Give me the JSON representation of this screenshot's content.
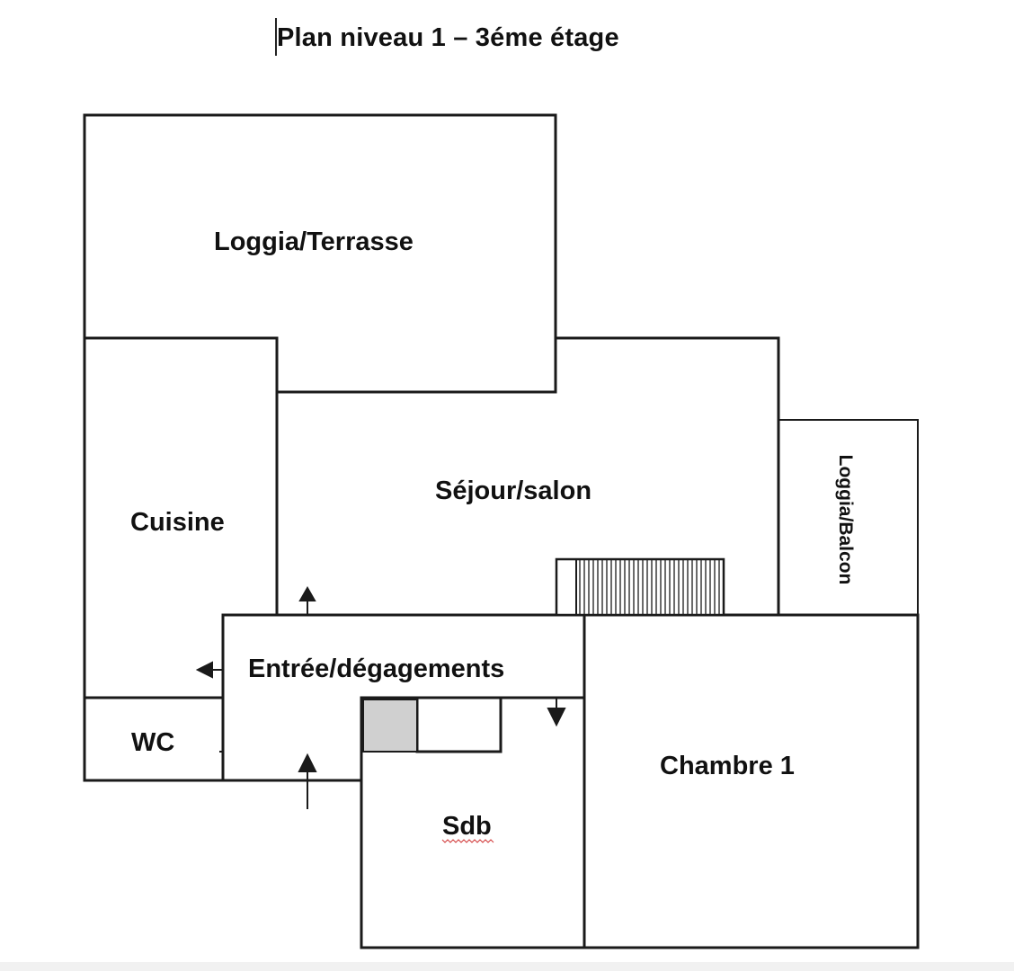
{
  "title": "Plan niveau 1 – 3éme étage",
  "rooms": {
    "loggia_terrasse": "Loggia/Terrasse",
    "cuisine": "Cuisine",
    "sejour_salon": "Séjour/salon",
    "loggia_balcon": "Loggia/Balcon",
    "entree_degagements": "Entrée/dégagements",
    "wc": "WC",
    "chambre_1": "Chambre 1",
    "sdb": "Sdb"
  },
  "colors": {
    "wall": "#1a1a1a",
    "placard_fill": "#d0d0d0",
    "background": "#ffffff"
  }
}
